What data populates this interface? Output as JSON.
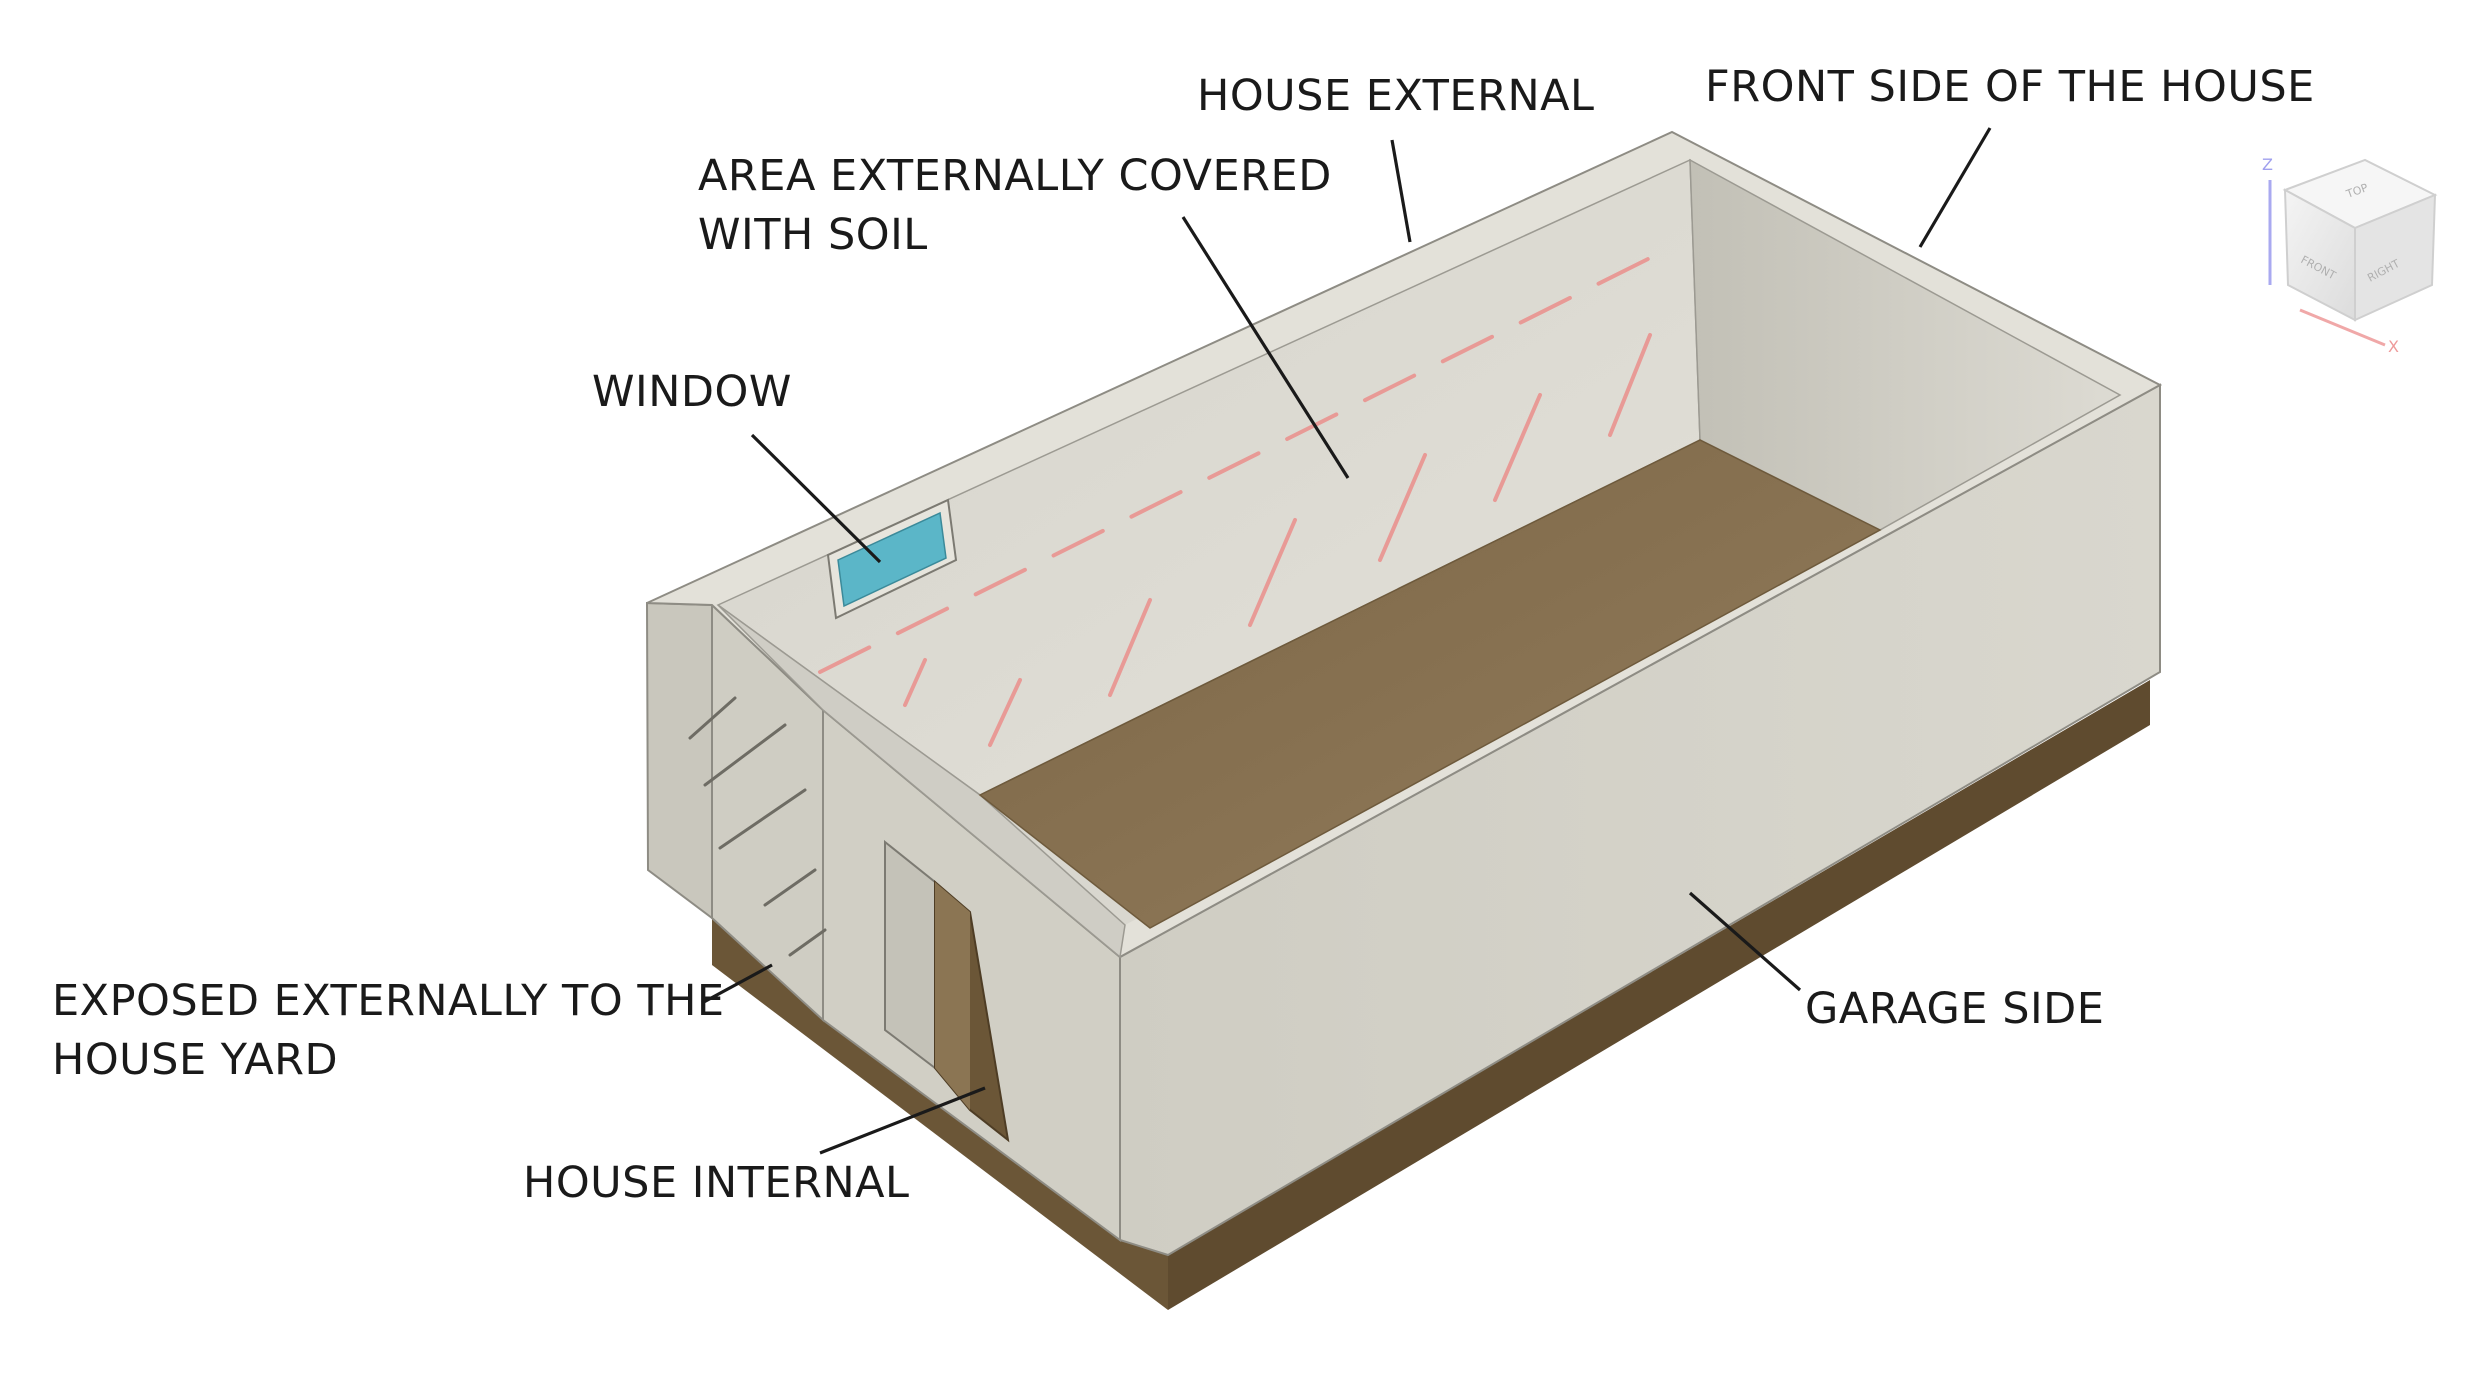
{
  "annotations": {
    "house_external": "HOUSE EXTERNAL",
    "front_side": "FRONT SIDE OF THE HOUSE",
    "soil_area": [
      "AREA EXTERNALLY COVERED",
      "WITH SOIL"
    ],
    "window": "WINDOW",
    "yard_exposed": [
      "EXPOSED EXTERNALLY TO THE",
      "HOUSE YARD"
    ],
    "house_internal": "HOUSE INTERNAL",
    "garage_side": "GARAGE SIDE"
  },
  "view_cube": {
    "axis_z": "Z",
    "axis_x": "X",
    "faces": {
      "top": "TOP",
      "front": "FRONT",
      "right": "RIGHT"
    }
  },
  "colors": {
    "wall_face": "#d3d1c7",
    "wall_top": "#e0ded6",
    "inner_wall": "#dad8d0",
    "floor": "#8a7455",
    "base": "#6b5637",
    "window": "#5bb6c8",
    "soil_hatch": "#e89a96",
    "leader": "#1a1a1a"
  }
}
